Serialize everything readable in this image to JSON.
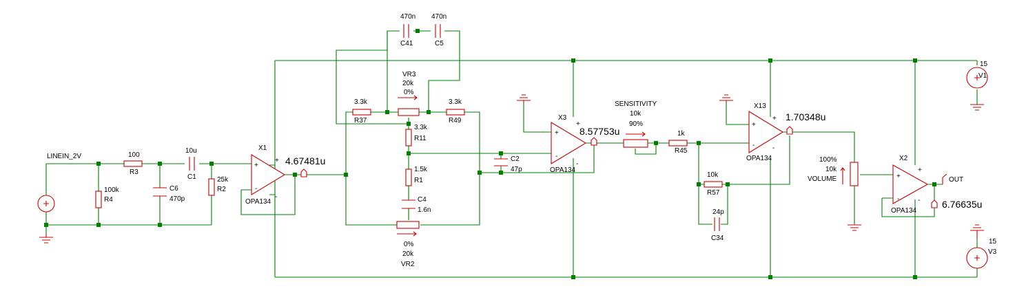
{
  "title": "",
  "colors": {
    "wire": "#008000",
    "component": "#cc0000",
    "text": "#000000",
    "background": "#ffffff"
  },
  "source": {
    "label": "LINEIN_2V"
  },
  "resistors": {
    "r3": {
      "ref": "R3",
      "value": "100"
    },
    "r4": {
      "ref": "R4",
      "value": "100k"
    },
    "r2": {
      "ref": "R2",
      "value": "25k"
    },
    "r37": {
      "ref": "R37",
      "value": "3.3k"
    },
    "r49": {
      "ref": "R49",
      "value": "3.3k"
    },
    "r11": {
      "ref": "R11",
      "value": "3.3k"
    },
    "r1": {
      "ref": "R1",
      "value": "1.5k"
    },
    "r45": {
      "ref": "R45",
      "value": "1k"
    },
    "r57": {
      "ref": "R57",
      "value": "10k"
    }
  },
  "capacitors": {
    "c1": {
      "ref": "C1",
      "value": "10u"
    },
    "c6": {
      "ref": "C6",
      "value": "470p"
    },
    "c41": {
      "ref": "C41",
      "value": "470n"
    },
    "c5": {
      "ref": "C5",
      "value": "470n"
    },
    "c4": {
      "ref": "C4",
      "value": "1.6n"
    },
    "c2": {
      "ref": "C2",
      "value": "47p"
    },
    "c34": {
      "ref": "C34",
      "value": "24p"
    }
  },
  "potentiometers": {
    "vr3": {
      "ref": "VR3",
      "value": "20k",
      "setting": "0%"
    },
    "vr2": {
      "ref": "VR2",
      "value": "20k",
      "setting": "0%"
    },
    "sensitivity": {
      "ref": "SENSITIVITY",
      "value": "10k",
      "setting": "90%"
    },
    "volume": {
      "ref": "VOLUME",
      "value": "10k",
      "setting": "100%"
    }
  },
  "opamps": {
    "x1": {
      "ref": "X1",
      "model": "OPA134"
    },
    "x3": {
      "ref": "X3",
      "model": "OPA134"
    },
    "x13": {
      "ref": "X13",
      "model": "OPA134"
    },
    "x2": {
      "ref": "X2",
      "model": "OPA134"
    }
  },
  "supplies": {
    "v1": {
      "ref": "V1",
      "value": "15"
    },
    "v3": {
      "ref": "V3",
      "value": "15"
    }
  },
  "probes": {
    "x1_out": "4.67481u",
    "x3_out": "8.57753u",
    "x13_out": "1.70348u",
    "x2_out": "6.76635u"
  },
  "output": {
    "label": "OUT"
  }
}
